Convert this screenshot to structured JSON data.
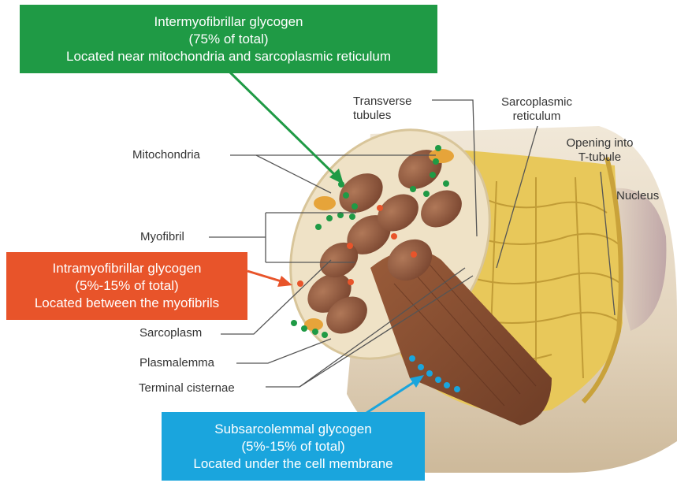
{
  "callouts": {
    "intermyofibrillar": {
      "line1": "Intermyofibrillar glycogen",
      "line2": "(75% of total)",
      "line3": "Located near mitochondria and sarcoplasmic reticulum",
      "color": "#1f9a45"
    },
    "intramyofibrillar": {
      "line1": "Intramyofibrillar glycogen",
      "line2": "(5%-15% of total)",
      "line3": "Located between the myofibrils",
      "color": "#e8542a"
    },
    "subsarcolemmal": {
      "line1": "Subsarcolemmal glycogen",
      "line2": "(5%-15% of total)",
      "line3": "Located under the cell membrane",
      "color": "#1aa5dd"
    }
  },
  "labels": {
    "mitochondria": "Mitochondria",
    "myofibril": "Myofibril",
    "sarcoplasm": "Sarcoplasm",
    "plasmalemma": "Plasmalemma",
    "terminal_cisternae": "Terminal cisternae",
    "transverse_tubules_1": "Transverse",
    "transverse_tubules_2": "tubules",
    "sarcoplasmic_reticulum_1": "Sarcoplasmic",
    "sarcoplasmic_reticulum_2": "reticulum",
    "opening_1": "Opening into",
    "opening_2": "T-tubule",
    "nucleus": "Nucleus"
  },
  "colors": {
    "fiber_membrane": "#e6d9c4",
    "reticulum": "#e8c85a",
    "myofibril": "#8a5436",
    "leader_line": "#555555"
  }
}
